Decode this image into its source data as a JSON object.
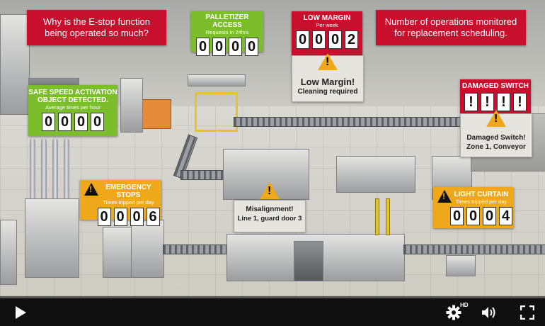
{
  "banners": {
    "estop_question": "Why is the E-stop function being operated so much?",
    "operations_monitored": "Number of operations monitored for replacement scheduling."
  },
  "palletizer": {
    "title": "PALLETIZER ACCESS",
    "subtitle": "Requests in 24hrs",
    "digits": [
      "0",
      "0",
      "0",
      "0"
    ]
  },
  "low_margin": {
    "title": "LOW MARGIN",
    "subtitle": "Per week",
    "digits": [
      "0",
      "0",
      "0",
      "2"
    ],
    "alert_title": "Low Margin!",
    "alert_detail": "Cleaning required"
  },
  "safe_speed": {
    "title_line1": "SAFE SPEED ACTIVATION",
    "title_line2": "OBJECT DETECTED.",
    "subtitle": "Average times per hour",
    "digits": [
      "0",
      "0",
      "0",
      "0"
    ]
  },
  "damaged_switch": {
    "title": "DAMAGED SWITCH",
    "digits": [
      "!",
      "!",
      "!",
      "!"
    ],
    "alert_title": "Damaged Switch!",
    "alert_detail": "Zone 1, Conveyor"
  },
  "emergency_stops": {
    "title": "EMERGENCY STOPS",
    "subtitle": "Times tripped per day",
    "digits": [
      "0",
      "0",
      "0",
      "6"
    ]
  },
  "misalignment": {
    "alert_title": "Misalignment!",
    "alert_detail": "Line 1, guard door 3"
  },
  "light_curtain": {
    "title": "LIGHT CURTAIN",
    "subtitle": "Times tripped per day",
    "digits": [
      "0",
      "0",
      "0",
      "4"
    ]
  },
  "player": {
    "hd_label": "HD",
    "icons": [
      "play-icon",
      "gear-icon",
      "volume-icon",
      "fullscreen-icon"
    ]
  },
  "colors": {
    "alert_red": "#c8102e",
    "ok_green": "#7bbd2a",
    "warn_amber": "#f0a81b",
    "bar_bg": "#0f0f0f"
  }
}
